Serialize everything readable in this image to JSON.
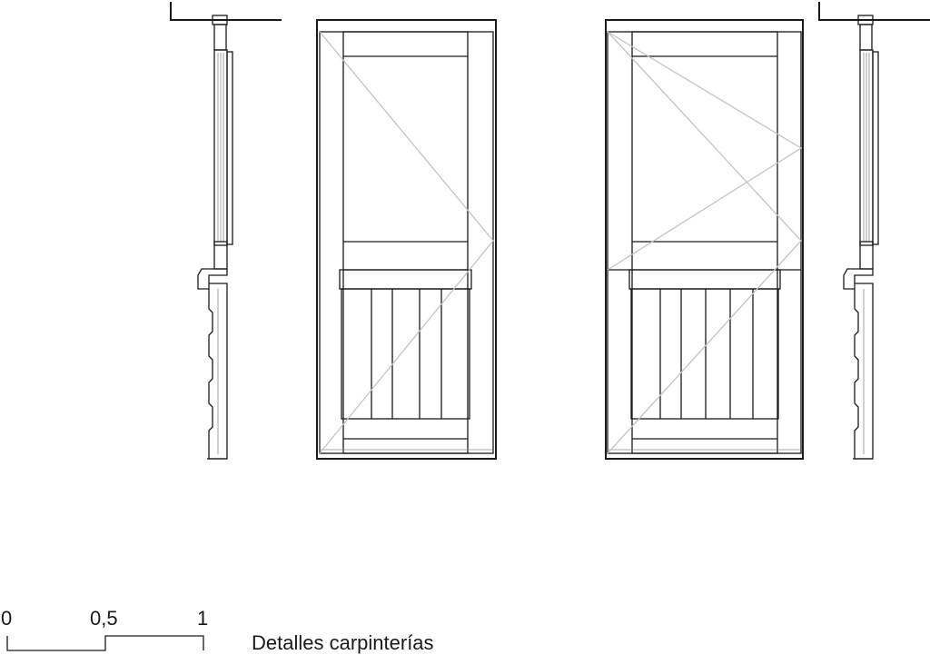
{
  "scale_bar": {
    "labels": [
      "0",
      "0,5",
      "1"
    ]
  },
  "title": "Detalles carpinterías",
  "colors": {
    "line": "#1a1a1a",
    "opening_diagram": "#c4c4c4",
    "background": "#ffffff"
  }
}
